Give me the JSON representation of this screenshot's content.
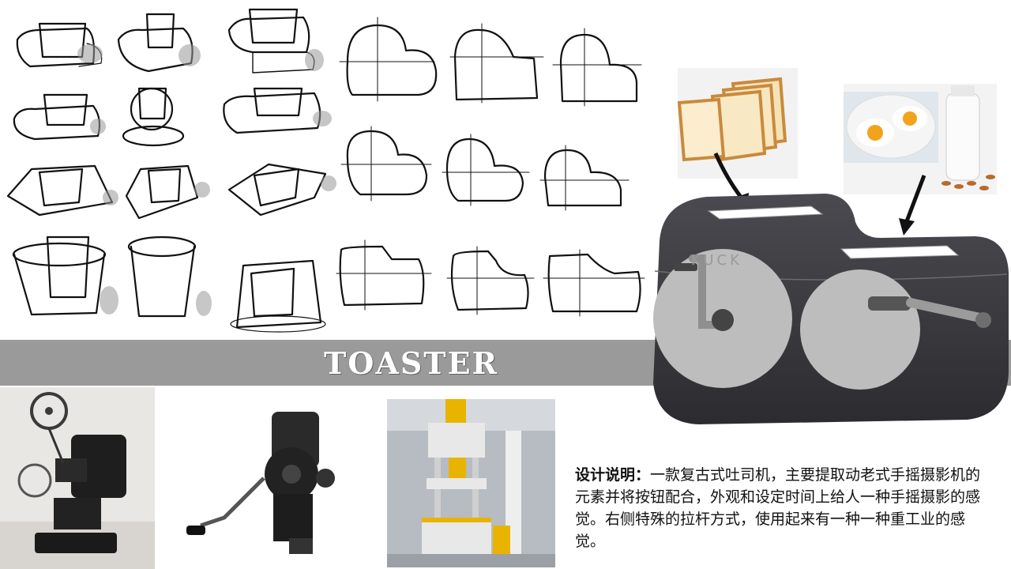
{
  "banner": {
    "title": "TOASTER"
  },
  "render": {
    "brand": "KUCK"
  },
  "description": {
    "label": "设计说明：",
    "text": "一款复古式吐司机，主要提取动老式手摇摄影机的元素并将按钮配合，外观和设定时间上给人一种手摇摄影的感觉。右侧特殊的拉杆方式，使用起来有一种一种重工业的感觉。"
  },
  "colors": {
    "banner": "#9a9a9a",
    "body": "#3a3a3e",
    "disc": "#bdbdbd"
  }
}
